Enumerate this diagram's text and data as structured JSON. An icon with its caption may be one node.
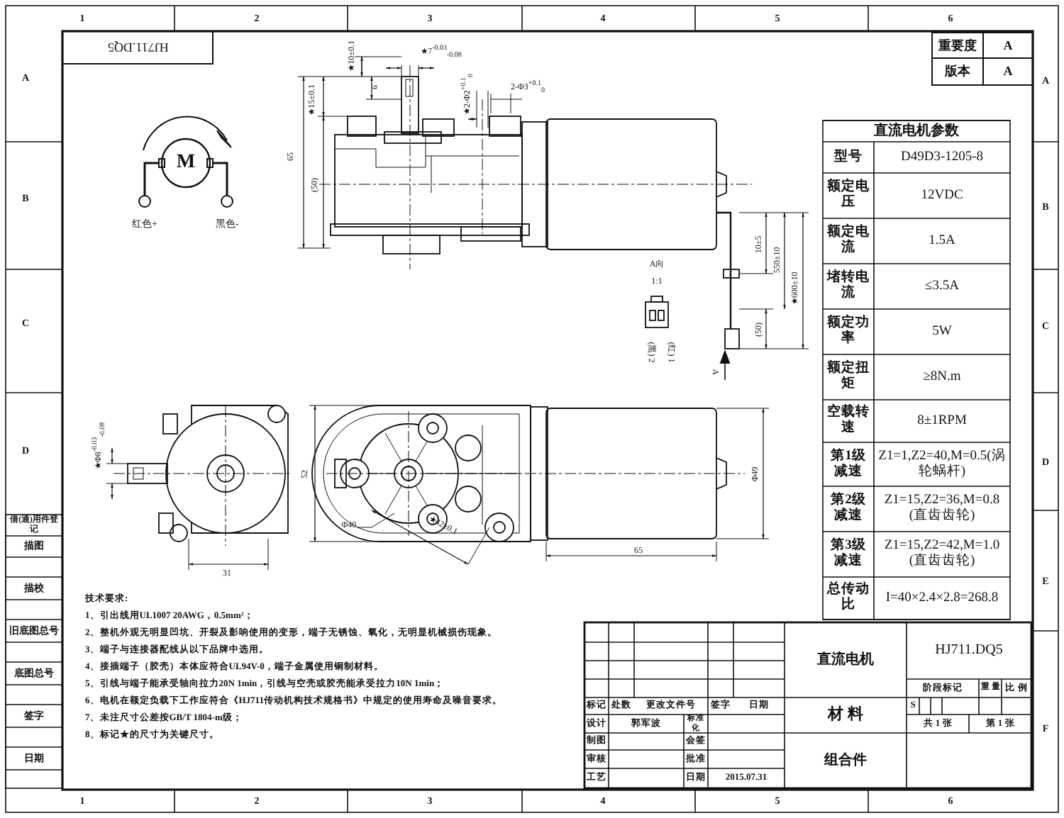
{
  "diagram": {
    "labels": [
      "重要度",
      "A",
      "版本",
      "A",
      "HJ711.DQ5",
      "红色+",
      "黑色-",
      "M",
      "★10±0.1",
      "★7$^{-0.03}$$_{-0.08}$",
      "6",
      "★15±0.1",
      "65",
      "(50)",
      "★2-Φ2$^{+0.1}$$_{0}$",
      "2-Φ3$^{+0.1}$$_{0}$",
      "A向",
      "1:1",
      "(黑) 2",
      "(红) 1",
      "10±5",
      "550±10",
      "★600±10",
      "(50)",
      "A",
      "★Φ8$^{-0.03}$$_{-0.08}$",
      "31",
      "52",
      "Φ40",
      "★42±0.1",
      "65",
      "Φ49",
      "技术要求:",
      "1、引出线用UL1007 20AWG，0.5mm²；",
      "2、整机外观无明显凹坑、开裂及影响使用的变形，端子无锈蚀、氧化，无明显机械损伤现象。",
      "3、端子与连接器配线从以下品牌中选用。",
      "4、接插端子（胶壳）本体应符合UL94V-0，端子金属使用铜制材料。",
      "5、引线与端子能承受轴向拉力20N 1min，引线与空壳或胶壳能承受拉力10N 1min；",
      "6、电机在额定负载下工作应符合《HJ711传动机构技术规格书》中规定的使用寿命及噪音要求。",
      "7、未注尺寸公差按GB/T 1804-m级；",
      "8、标记★的尺寸为关键尺寸。",
      "直流电机参数",
      "型号",
      "D49D3-1205-8",
      "额定电压",
      "12VDC",
      "额定电流",
      "1.5A",
      "堵转电流",
      "≤3.5A",
      "额定功率",
      "5W",
      "额定扭矩",
      "≥8N.m",
      "空载转速",
      "8±1RPM",
      "第1级减速",
      "Z1=1,Z2=40,M=0.5(涡轮蜗杆)",
      "第2级减速",
      "Z1=15,Z2=36,M=0.8(直齿齿轮)",
      "第3级减速",
      "Z1=15,Z2=42,M=1.0(直齿齿轮)",
      "总传动比",
      "I=40×2.4×2.8=268.8",
      "标记",
      "处数",
      "更改文件号",
      "签字",
      "日期",
      "设计",
      "郭军波",
      "标准化",
      "制图",
      "会签",
      "审核",
      "批准",
      "工艺",
      "日期",
      "2015.07.31",
      "直流电机",
      "材 料",
      "组合件",
      "HJ711.DQ5",
      "阶段标记",
      "重 量",
      "比 例",
      "S",
      "共 1 张",
      "第 1 张",
      "借(通)用件登记",
      "描图",
      "描校",
      "旧底图总号",
      "底图总号",
      "签字",
      "日期",
      "1",
      "2",
      "3",
      "4",
      "5",
      "6",
      "1",
      "2",
      "3",
      "4",
      "5",
      "6",
      "A",
      "B",
      "C",
      "D",
      "A",
      "B",
      "C",
      "D",
      "E",
      "F"
    ]
  }
}
